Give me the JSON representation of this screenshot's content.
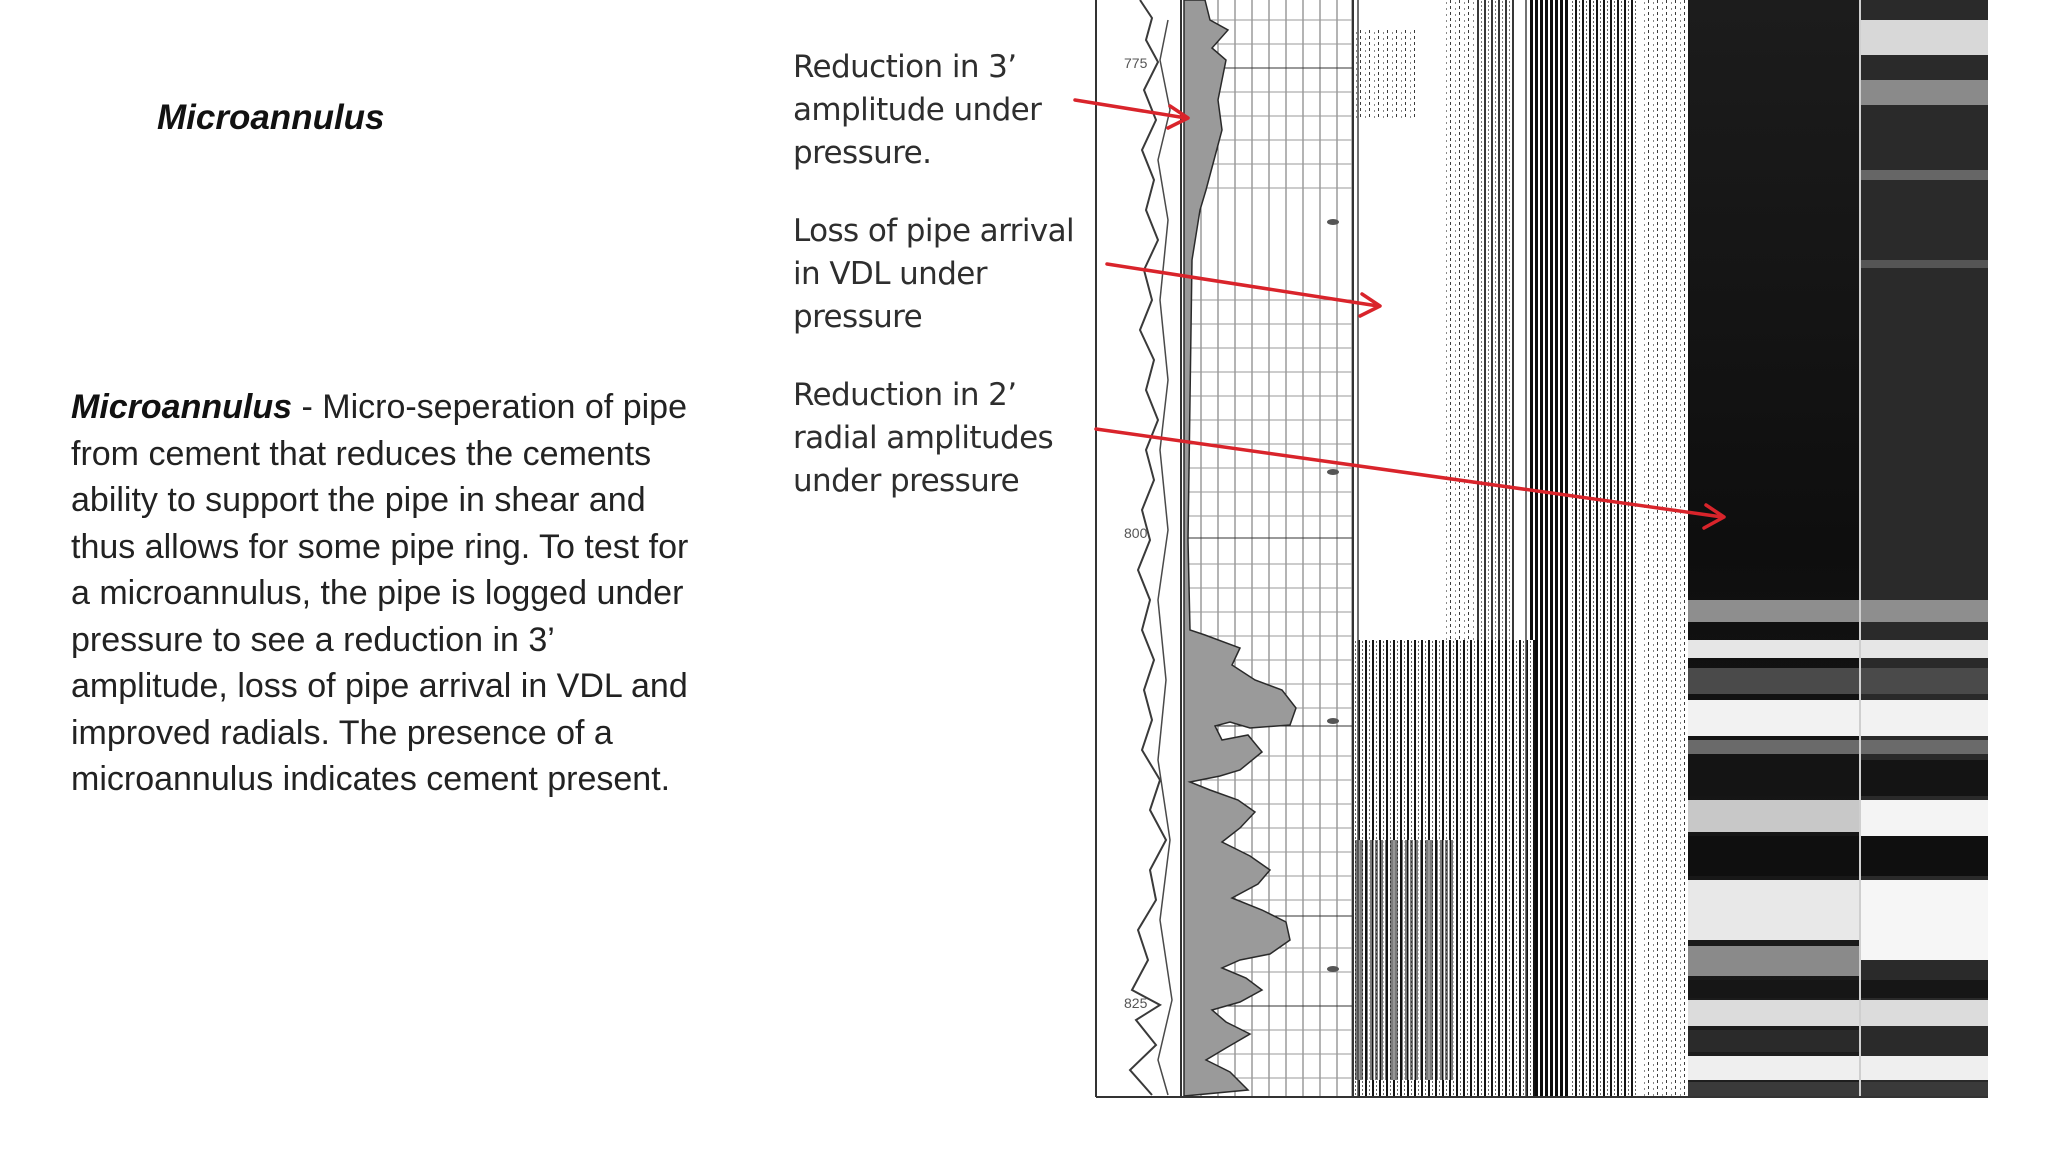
{
  "slide": {
    "title": "Microannulus"
  },
  "description": {
    "term": "Microannulus",
    "text": " - Micro-seperation of pipe from cement that reduces the cements ability to support the pipe in shear and thus allows for some pipe ring. To test for a microannulus, the pipe is logged under pressure to see a reduction in 3’ amplitude, loss of pipe arrival in VDL and improved radials. The presence of a microannulus indicates cement present."
  },
  "log_figure": {
    "depth_labels": [
      "775",
      "800",
      "825"
    ],
    "callouts": [
      {
        "lines": [
          "Reduction in 3’",
          "amplitude under",
          "pressure."
        ]
      },
      {
        "lines": [
          "Loss of pipe arrival",
          "in VDL under",
          "pressure"
        ]
      },
      {
        "lines": [
          "Reduction in 2’",
          "radial amplitudes",
          "under pressure"
        ]
      }
    ],
    "arrow_color": "#d9242b"
  },
  "colors": {
    "background": "#ffffff",
    "text": "#222222",
    "arrow": "#d9242b"
  }
}
